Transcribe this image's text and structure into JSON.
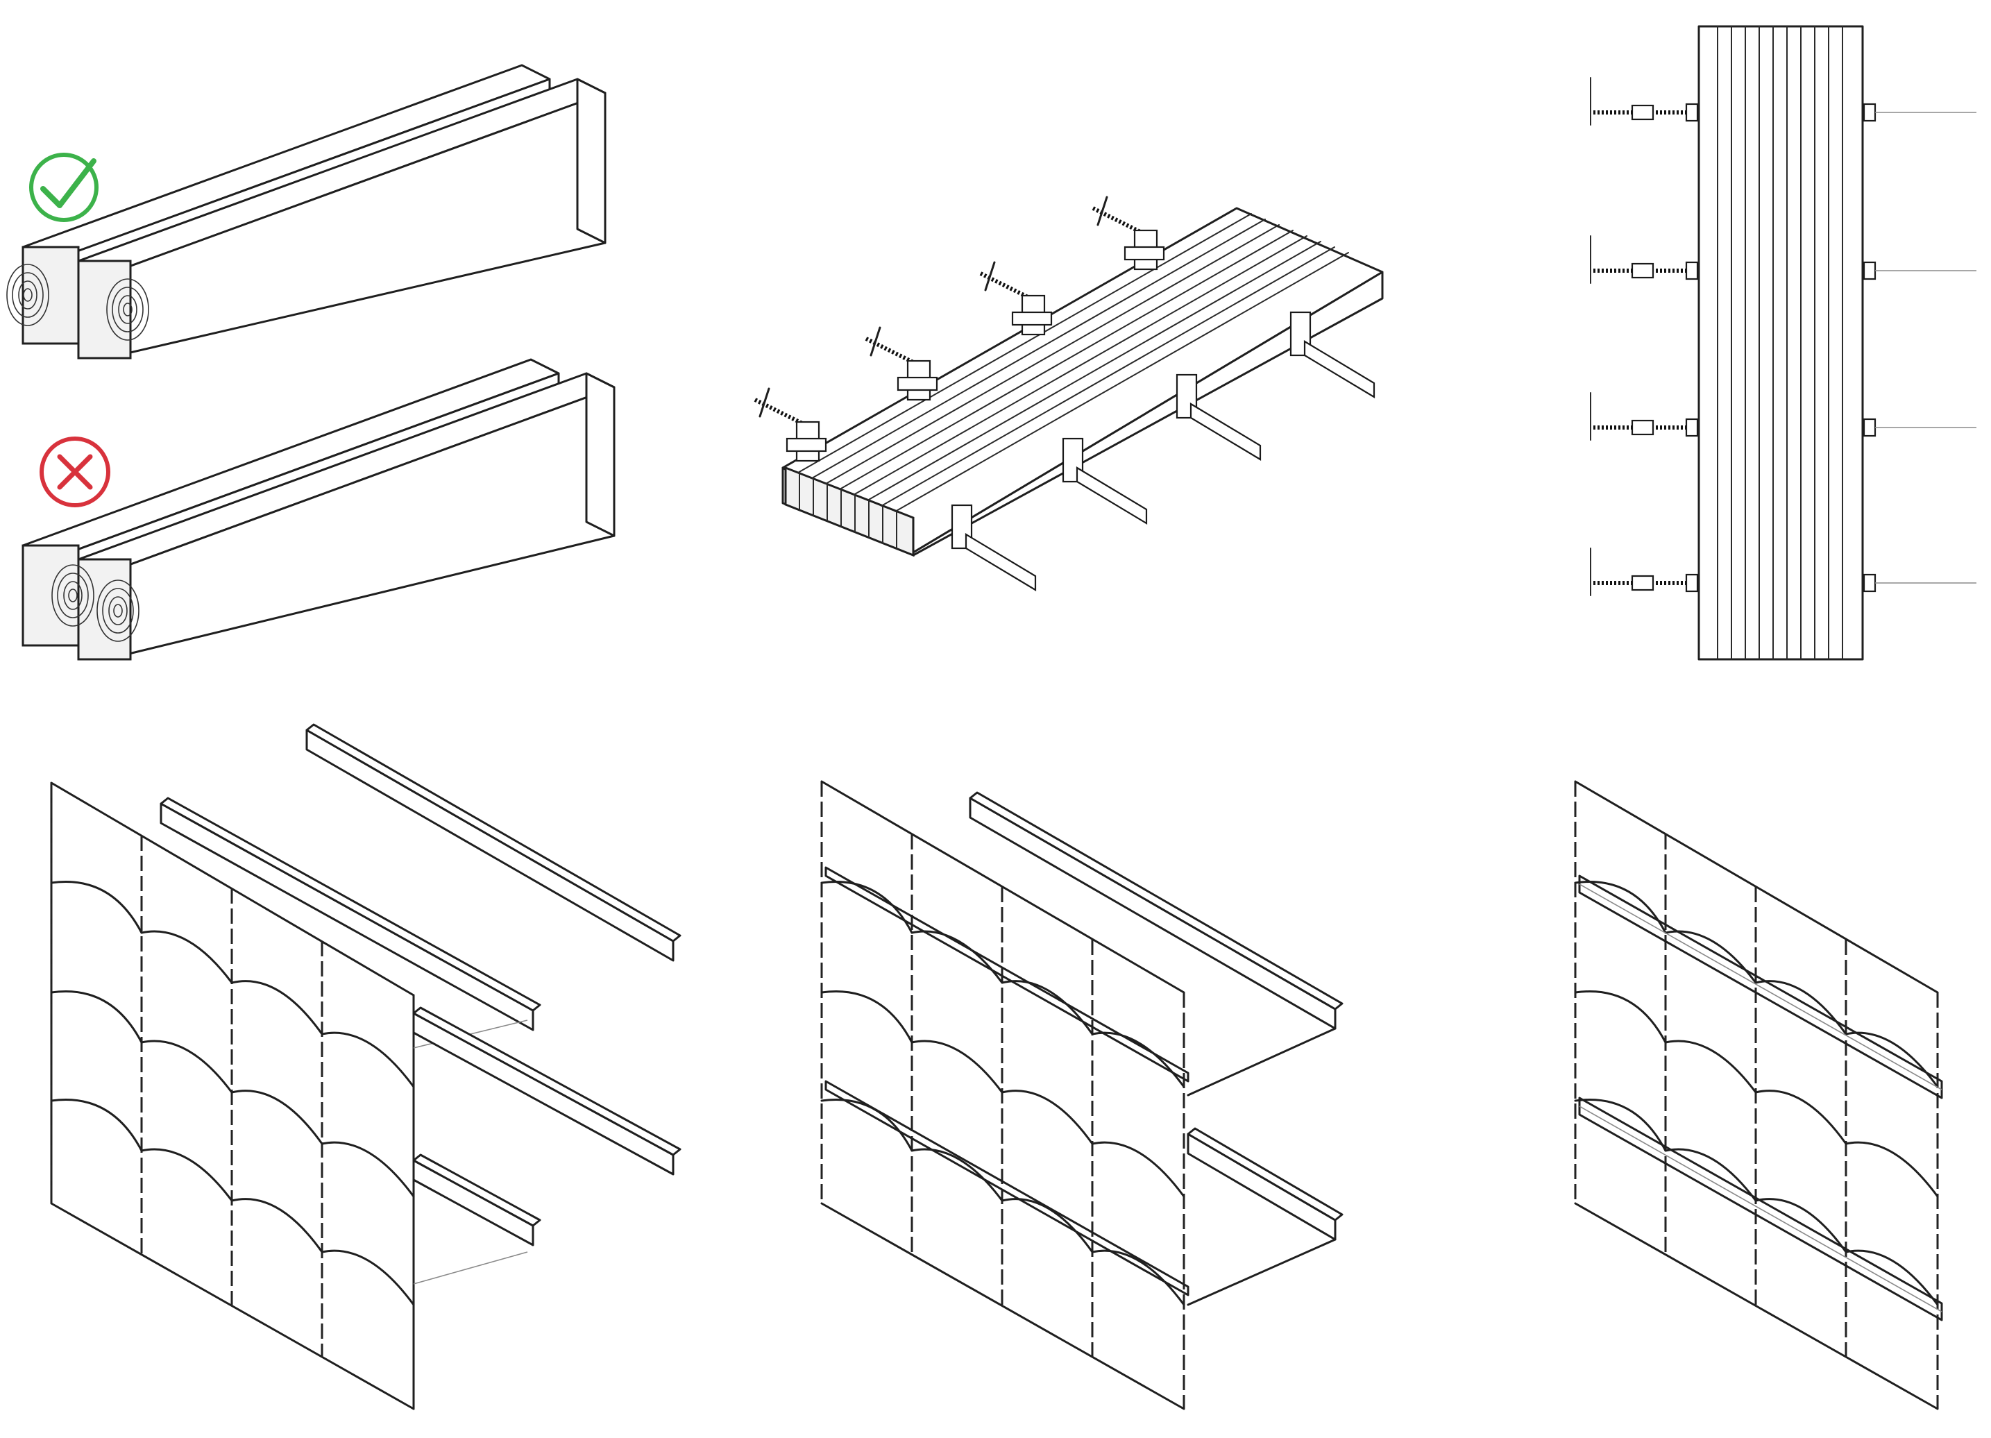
{
  "figure": {
    "panels": [
      {
        "id": "beam-orientation",
        "icons": [
          "correct-check-icon",
          "incorrect-cross-icon"
        ]
      },
      {
        "id": "clamped-glulam-isometric"
      },
      {
        "id": "clamped-glulam-plan"
      },
      {
        "id": "frame-assembly-step-1"
      },
      {
        "id": "frame-assembly-step-2"
      },
      {
        "id": "frame-assembly-step-3"
      }
    ],
    "colors": {
      "ink": "#1f1f1f",
      "correct": "#3cb24a",
      "incorrect": "#d8323c"
    }
  }
}
